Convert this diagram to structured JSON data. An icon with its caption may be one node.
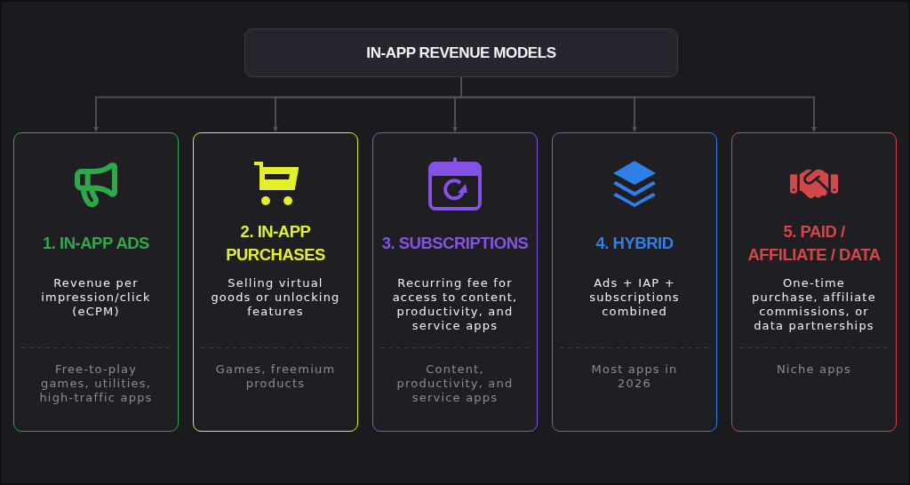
{
  "diagram": {
    "nodes": [
      {
        "text": [
          "IN-APP REVENUE MODELS"
        ]
      },
      {
        "text": [
          "1. IN-APP ADS",
          "Revenue per impression/click (eCPM)",
          "Free-to-play games, utilities, high-traffic apps"
        ]
      },
      {
        "text": [
          "2. IN-APP PURCHASES",
          "Selling virtual goods or unlocking features",
          "Games, freemium products"
        ]
      },
      {
        "text": [
          "3. SUBSCRIPTIONS",
          "Recurring fee for access to content, productivity, and service apps",
          "Content, productivity, and service apps"
        ]
      },
      {
        "text": [
          "4. HYBRID",
          "Ads + IAP + subscriptions combined",
          "Most apps in 2026"
        ]
      },
      {
        "text": [
          "5. PAID / AFFILIATE / DATA",
          "One-time purchase, affiliate commissions, or data partnerships",
          "Niche apps"
        ]
      }
    ],
    "edges": [
      {
        "from": 0,
        "to": 1,
        "arrow": "to"
      },
      {
        "from": 0,
        "to": 2,
        "arrow": "to"
      },
      {
        "from": 0,
        "to": 3,
        "arrow": "to"
      },
      {
        "from": 0,
        "to": 4,
        "arrow": "to"
      },
      {
        "from": 0,
        "to": 5,
        "arrow": "to"
      }
    ]
  }
}
